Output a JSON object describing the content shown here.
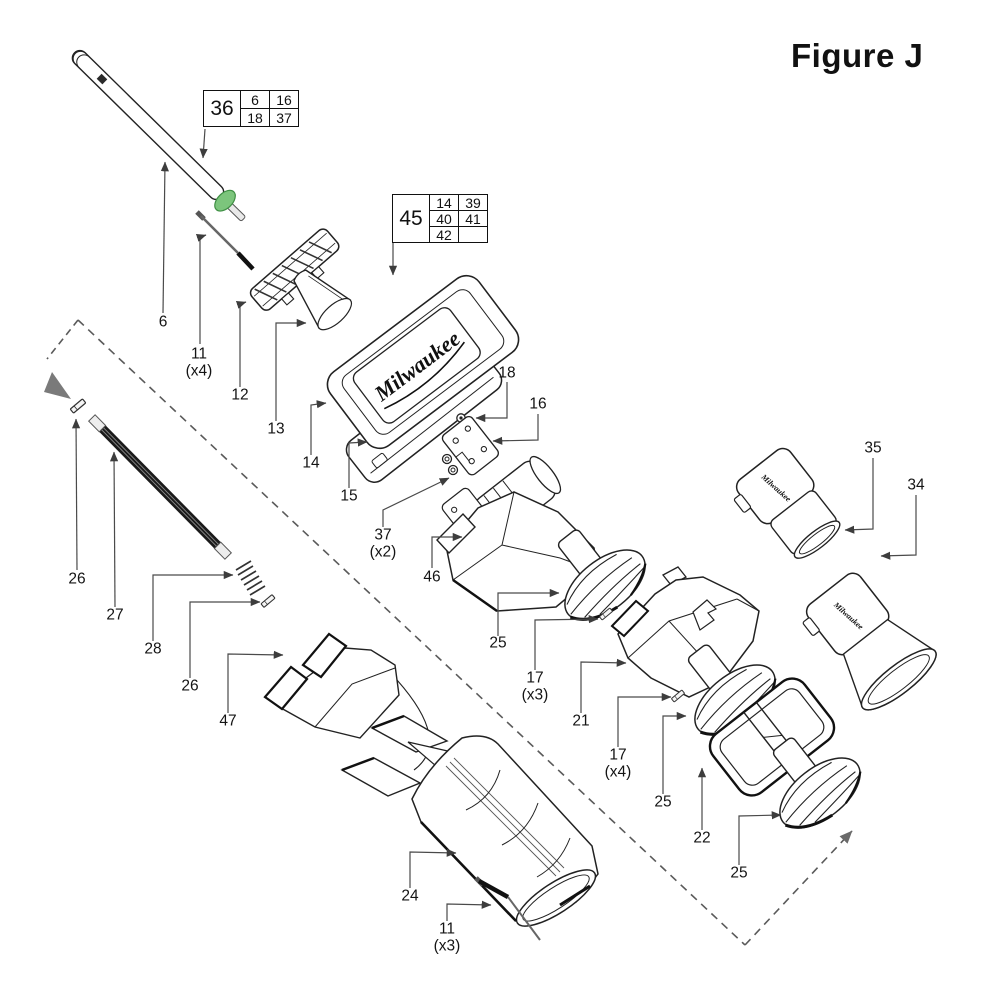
{
  "title": "Figure J",
  "brand": {
    "logo_text": "Milwaukee"
  },
  "colors": {
    "highlight": "#7cc57c",
    "highlight_edge": "#3f8f44",
    "line": "#222222",
    "leader": "#4a4a4a",
    "dashed": "#5a5a5a"
  },
  "ref_tables": {
    "t36": {
      "key": "36",
      "rows": [
        [
          "6",
          "16"
        ],
        [
          "18",
          "37"
        ]
      ]
    },
    "t45": {
      "key": "45",
      "rows": [
        [
          "14",
          "39"
        ],
        [
          "40",
          "41"
        ],
        [
          "42",
          ""
        ]
      ]
    }
  },
  "callouts": [
    {
      "text": "6",
      "qty": ""
    },
    {
      "text": "11",
      "qty": "(x4)"
    },
    {
      "text": "12",
      "qty": ""
    },
    {
      "text": "13",
      "qty": ""
    },
    {
      "text": "14",
      "qty": ""
    },
    {
      "text": "15",
      "qty": ""
    },
    {
      "text": "37",
      "qty": "(x2)"
    },
    {
      "text": "46",
      "qty": ""
    },
    {
      "text": "18",
      "qty": ""
    },
    {
      "text": "16",
      "qty": ""
    },
    {
      "text": "25",
      "qty": ""
    },
    {
      "text": "17",
      "qty": "(x3)"
    },
    {
      "text": "21",
      "qty": ""
    },
    {
      "text": "17",
      "qty": "(x4)"
    },
    {
      "text": "25",
      "qty": ""
    },
    {
      "text": "22",
      "qty": ""
    },
    {
      "text": "25",
      "qty": ""
    },
    {
      "text": "35",
      "qty": ""
    },
    {
      "text": "34",
      "qty": ""
    },
    {
      "text": "26",
      "qty": ""
    },
    {
      "text": "27",
      "qty": ""
    },
    {
      "text": "28",
      "qty": ""
    },
    {
      "text": "26",
      "qty": ""
    },
    {
      "text": "47",
      "qty": ""
    },
    {
      "text": "24",
      "qty": ""
    },
    {
      "text": "11",
      "qty": "(x3)"
    }
  ]
}
